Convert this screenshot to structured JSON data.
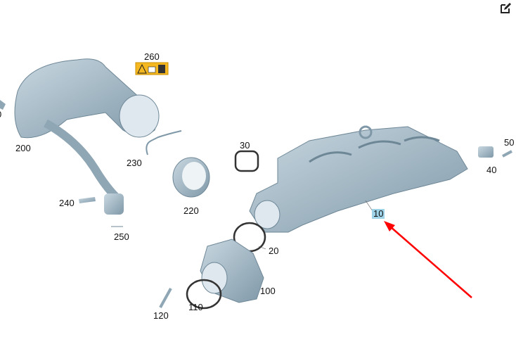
{
  "labels": {
    "p10": "10",
    "p20": "20",
    "p30": "30",
    "p40": "40",
    "p50": "50",
    "p100": "100",
    "p110": "110",
    "p120": "120",
    "p200": "200",
    "p220": "220",
    "p230": "230",
    "p240": "240",
    "p250": "250",
    "p260": "260",
    "cut": "0"
  },
  "highlighted_part": "10",
  "colors": {
    "part": "#a9bfcc",
    "part_dark": "#7f98a8",
    "highlight": "#9fd3e8",
    "arrow": "#ff0000",
    "warning_label": "#f5b820"
  },
  "icons": {
    "edit": "edit-icon"
  }
}
